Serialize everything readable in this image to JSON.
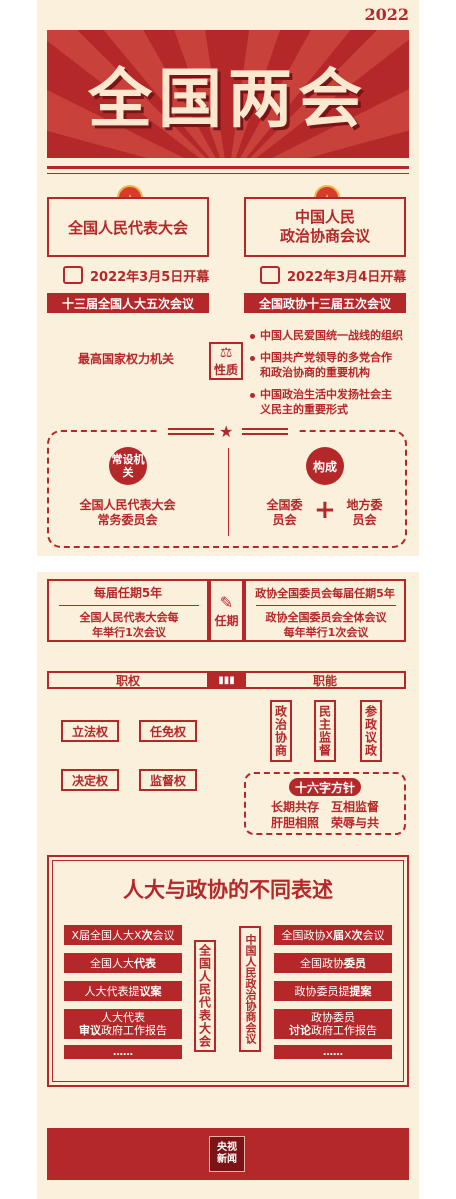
{
  "year": "2022",
  "hero_title": "全国两会",
  "npc": {
    "name": "全国人民代表大会",
    "date": "2022年3月5日开幕",
    "session": "十三届全国人大五次会议",
    "nature": "最高国家权力机关",
    "standing_body_label": "常设机关",
    "standing_body": "全国人民代表大会常务委员会",
    "term": "每届任期5年",
    "meeting": "全国人民代表大会每年举行1次会议"
  },
  "cppcc": {
    "name_line1": "中国人民",
    "name_line2": "政治协商会议",
    "date": "2022年3月4日开幕",
    "session": "全国政协十三届五次会议",
    "nature_items": [
      "中国人民爱国统一战线的组织",
      "中国共产党领导的多党合作和政治协商的重要机构",
      "中国政治生活中发扬社会主义民主的重要形式"
    ],
    "composition_label": "构成",
    "composition_national": "全国委员会",
    "plus": "+",
    "composition_local": "地方委员会",
    "term": "政协全国委员会每届任期5年",
    "meeting": "政协全国委员会全体会议每年举行1次会议"
  },
  "nature_label": "性质",
  "term_label": "任期",
  "powers_label": "职权",
  "functions_label": "职能",
  "powers": [
    "立法权",
    "任免权",
    "决定权",
    "监督权"
  ],
  "functions": [
    "政治协商",
    "民主监督",
    "参政议政"
  ],
  "sixteen_title": "十六字方针",
  "sixteen_row1": "长期共存　互相监督",
  "sixteen_row2": "肝胆相照　荣辱与共",
  "diff_title": "人大与政协的不同表述",
  "diff_center_left": "全国人民代表大会",
  "diff_center_right": "中国人民政治协商会议",
  "npc_expr": [
    {
      "pre": "X届全国人大X",
      "key": "次",
      "post": "会议"
    },
    {
      "pre": "全国人大",
      "key": "代表",
      "post": ""
    },
    {
      "pre": "人大代表提",
      "key": "议案",
      "post": ""
    },
    {
      "line1": "人大代表",
      "key": "审议",
      "post": "政府工作报告"
    },
    {
      "pre": "……",
      "key": "",
      "post": ""
    }
  ],
  "cppcc_expr": [
    {
      "pre": "全国政协X",
      "key": "届",
      "mid": "X",
      "key2": "次",
      "post": "会议"
    },
    {
      "pre": "全国政协",
      "key": "委员",
      "post": ""
    },
    {
      "pre": "政协委员提",
      "key": "提案",
      "post": ""
    },
    {
      "line1": "政协委员",
      "key": "讨论",
      "post": "政府工作报告"
    },
    {
      "pre": "……",
      "key": "",
      "post": ""
    }
  ],
  "logo_line1": "央视",
  "logo_line2": "新闻"
}
